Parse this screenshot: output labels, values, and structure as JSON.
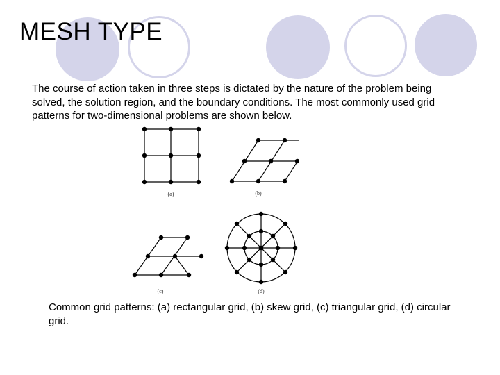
{
  "slide": {
    "title": "MESH TYPE",
    "body": "The course of action taken in three steps is dictated by the nature of the problem being solved, the solution region, and the boundary conditions. The most commonly used grid patterns for two-dimensional problems are shown below.",
    "caption": "Common grid patterns: (a) rectangular grid, (b) skew grid, (c) triangular grid, (d) circular grid."
  },
  "figure": {
    "labels": {
      "a": "(a)",
      "b": "(b)",
      "c": "(c)",
      "d": "(d)"
    }
  },
  "colors": {
    "decoration": "#d4d4ea",
    "ink": "#000000"
  }
}
